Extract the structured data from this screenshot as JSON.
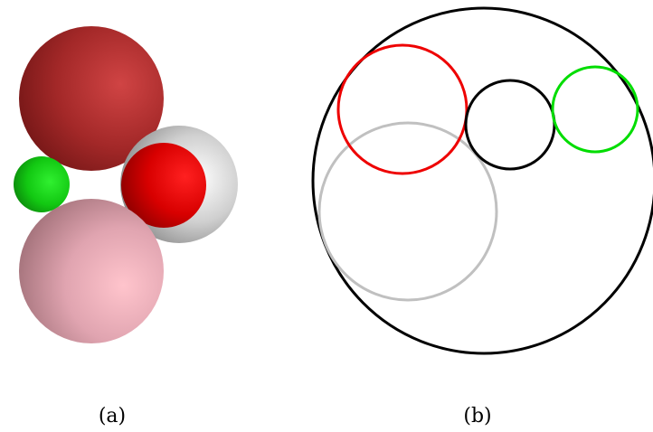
{
  "captions": {
    "a": "(a)",
    "b": "(b)"
  },
  "panel_a": {
    "spheres": [
      {
        "id": "sphere-darkred-large",
        "color": "#b03030"
      },
      {
        "id": "sphere-gray",
        "color": "#a8a8a8"
      },
      {
        "id": "sphere-red",
        "color": "#e00000"
      },
      {
        "id": "sphere-green",
        "color": "#10c010"
      },
      {
        "id": "sphere-pink-large",
        "color": "#e8a8b4"
      }
    ]
  },
  "panel_b": {
    "circles": [
      {
        "id": "outer-black-circle",
        "color": "#000000"
      },
      {
        "id": "red-circle",
        "color": "#ee0000"
      },
      {
        "id": "gray-circle",
        "color": "#c0c0c0"
      },
      {
        "id": "inner-black-circle",
        "color": "#000000"
      },
      {
        "id": "green-circle",
        "color": "#00dd00"
      }
    ]
  }
}
